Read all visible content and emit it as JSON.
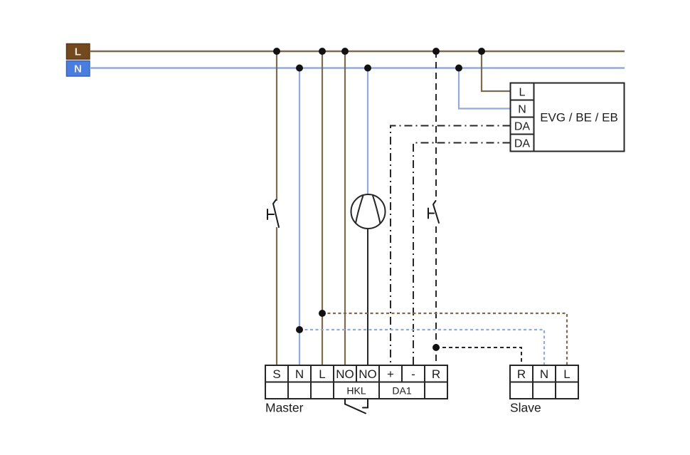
{
  "colors": {
    "box_brown": "#74491d",
    "box_blue": "#4a7de0",
    "wire_brown": "#7d6b50",
    "wire_blue": "#92abda",
    "line_dark": "#262626",
    "text_dark": "#1c1c1c",
    "background": "#ffffff"
  },
  "source": {
    "l": "L",
    "n": "N"
  },
  "evg": {
    "title": "EVG / BE / EB",
    "terminals": [
      "L",
      "N",
      "DA",
      "DA"
    ]
  },
  "master": {
    "label": "Master",
    "terminals": [
      "S",
      "N",
      "L",
      "NO",
      "NO",
      "+",
      "-",
      "R"
    ],
    "group_hkl": "HKL",
    "group_da1": "DA1"
  },
  "slave": {
    "label": "Slave",
    "terminals": [
      "R",
      "N",
      "L"
    ]
  }
}
